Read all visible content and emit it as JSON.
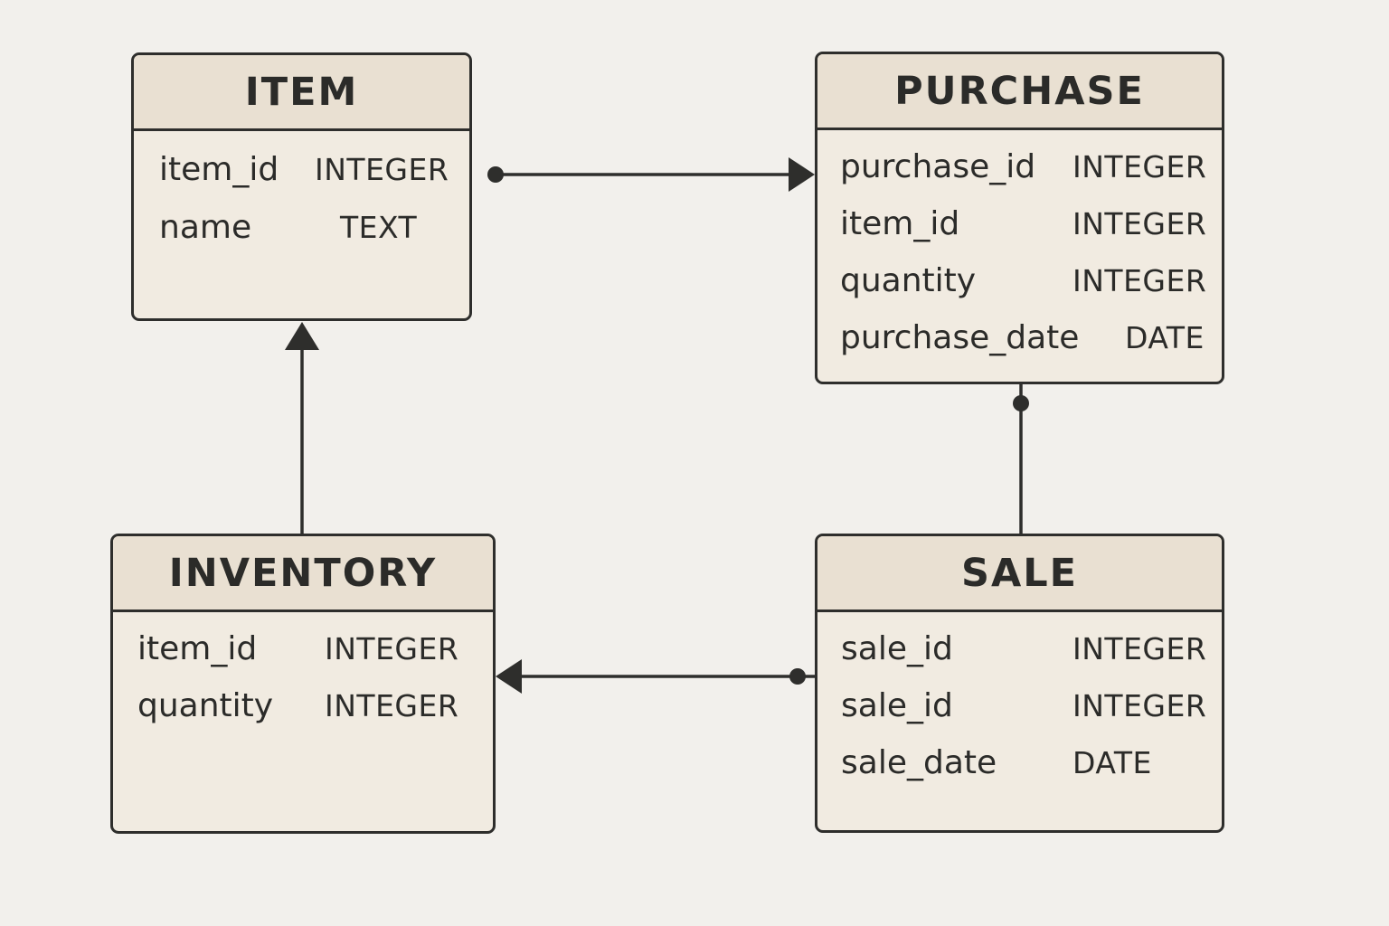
{
  "entities": {
    "item": {
      "title": "ITEM",
      "fields": [
        {
          "name": "item_id",
          "type": "INTEGER"
        },
        {
          "name": "name",
          "type": "TEXT"
        }
      ]
    },
    "purchase": {
      "title": "PURCHASE",
      "fields": [
        {
          "name": "purchase_id",
          "type": "INTEGER"
        },
        {
          "name": "item_id",
          "type": "INTEGER"
        },
        {
          "name": "quantity",
          "type": "INTEGER"
        },
        {
          "name": "purchase_date",
          "type": "DATE"
        }
      ]
    },
    "inventory": {
      "title": "INVENTORY",
      "fields": [
        {
          "name": "item_id",
          "type": "INTEGER"
        },
        {
          "name": "quantity",
          "type": "INTEGER"
        }
      ]
    },
    "sale": {
      "title": "SALE",
      "fields": [
        {
          "name": "sale_id",
          "type": "INTEGER"
        },
        {
          "name": "sale_id",
          "type": "INTEGER"
        },
        {
          "name": "sale_date",
          "type": "DATE"
        }
      ]
    }
  },
  "relationships": [
    {
      "from": "ITEM",
      "to": "PURCHASE",
      "start": "dot",
      "end": "arrow"
    },
    {
      "from": "INVENTORY",
      "to": "ITEM",
      "start": "none",
      "end": "arrow"
    },
    {
      "from": "PURCHASE",
      "to": "SALE",
      "start": "dot",
      "end": "none"
    },
    {
      "from": "SALE",
      "to": "INVENTORY",
      "start": "dot",
      "end": "arrow"
    }
  ],
  "colors": {
    "background": "#f2f0ec",
    "entity_body": "#f1ebe1",
    "entity_header": "#e9e0d2",
    "line": "#2e2e2c"
  }
}
